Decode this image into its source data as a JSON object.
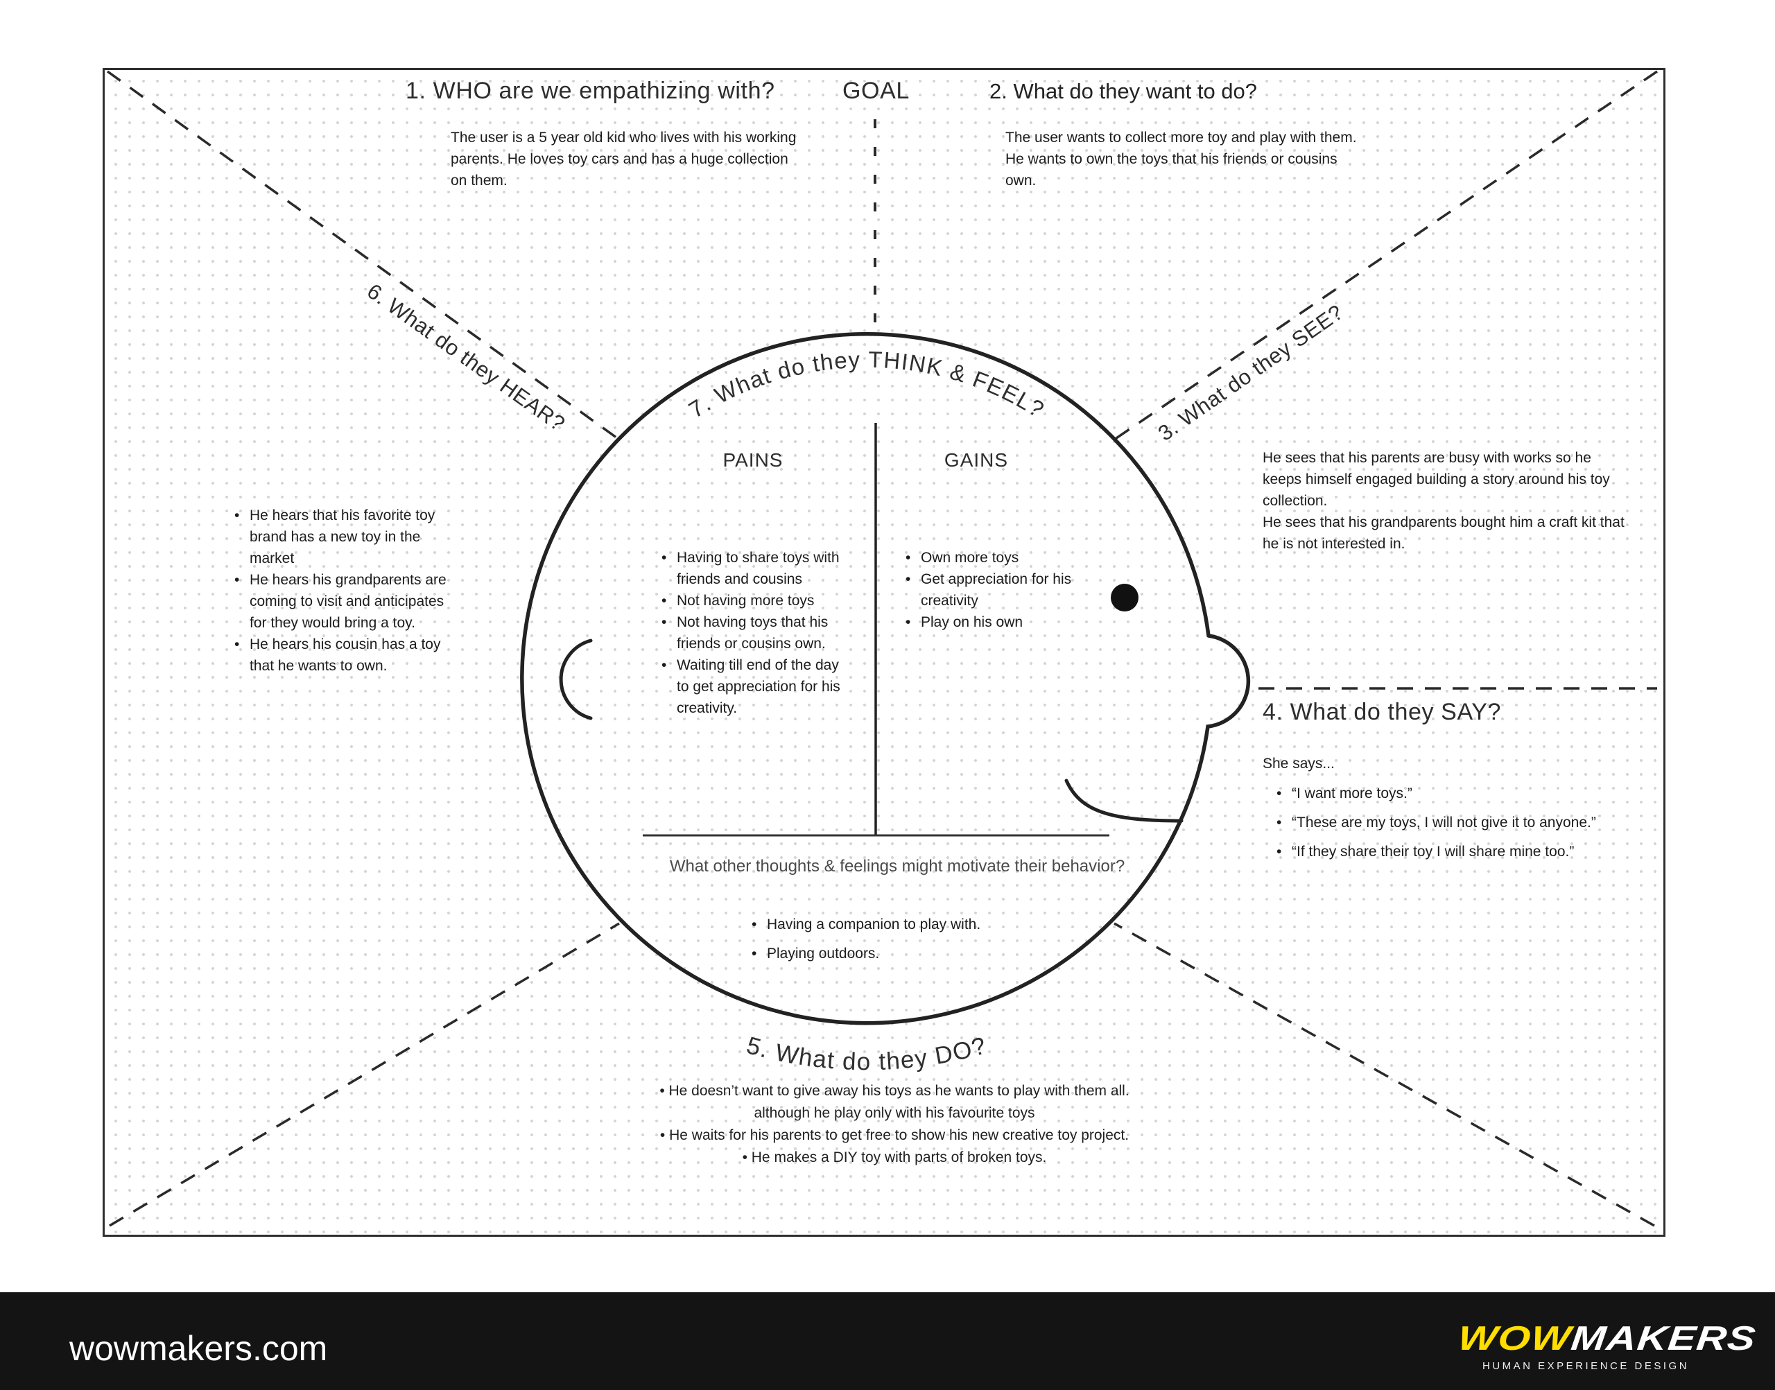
{
  "sections": {
    "s1": {
      "title": "1. WHO are we empathizing with?",
      "body": "The user is a 5 year old kid who lives with his working parents. He loves toy cars and has a huge collection on them."
    },
    "goal": "GOAL",
    "s2": {
      "title": "2. What do they want to do?",
      "body": "The user wants to collect  more toy and play with them. He wants to own the toys that his friends or cousins own."
    },
    "s3": {
      "title": "3. What do they SEE?",
      "paragraphs": [
        "He sees that his parents are busy with works so he keeps himself engaged building a story around his toy collection.",
        "He sees that his grandparents bought him a craft kit that he is not interested in."
      ]
    },
    "s4": {
      "title": "4. What do they SAY?",
      "intro": "She says...",
      "bullets": [
        "“I want more toys.”",
        "“These are my toys, I will not give it to anyone.”",
        "“If they share their toy I will share mine too.”"
      ]
    },
    "s5": {
      "title": "5. What do they DO?",
      "lines": [
        {
          "bullet": true,
          "text": "He doesn’t want to give away his toys as he wants to play with them all."
        },
        {
          "bullet": false,
          "text": "although he play only with his favourite toys"
        },
        {
          "bullet": true,
          "text": "He waits for his parents to get free to show his new creative toy project."
        },
        {
          "bullet": true,
          "text": "He makes a DIY toy with parts of broken toys."
        }
      ]
    },
    "s6": {
      "title": "6. What do they HEAR?",
      "bullets": [
        "He hears that his favorite toy brand has a new toy in the market",
        "He hears his grandparents are coming to visit and anticipates for they would bring a toy.",
        "He hears his cousin has a toy that he wants to own."
      ]
    },
    "s7": {
      "title": "7. What do they THINK & FEEL?",
      "pains_label": "PAINS",
      "gains_label": "GAINS",
      "pains": [
        "Having to share toys with friends and cousins",
        "Not having more toys",
        "Not having toys that his friends or cousins own.",
        "Waiting till end of the day to get appreciation for his creativity."
      ],
      "gains": [
        "Own more toys",
        "Get appreciation for his creativity",
        "Play on his own"
      ],
      "caption": "What other thoughts & feelings might motivate their behavior?",
      "caption_bullets": [
        "Having a companion to play with.",
        "Playing outdoors."
      ]
    }
  },
  "footer": {
    "site": "wowmakers.com",
    "logo_wow": "WOW",
    "logo_makers": "MAKERS",
    "tagline": "HUMAN EXPERIENCE DESIGN",
    "accent_yellow": "#FFDE00",
    "bar_color": "#141414"
  }
}
